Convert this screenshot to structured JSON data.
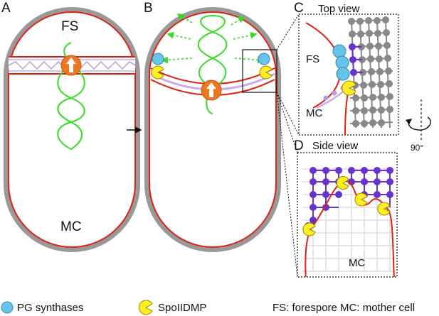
{
  "panels": {
    "a": "A",
    "b": "B",
    "c": "C",
    "c_title": "Top view",
    "d": "D",
    "d_title": "Side view"
  },
  "labels": {
    "fs_a": "FS",
    "mc_a": "MC",
    "fs_c": "FS",
    "mc_c": "MC",
    "mc_d": "MC",
    "rotation": "90°"
  },
  "legend": {
    "pg_synthases": "PG synthases",
    "spoiidmp": "SpoIIDMP",
    "abbreviations": "FS: forespore MC: mother cell"
  },
  "colors": {
    "cell_wall": "#999999",
    "membrane": "#dd2211",
    "chromosome": "#33dd22",
    "motor": "#ee7722",
    "pg_synthase": "#66c4e8",
    "spoiidmp": "#ffee22",
    "new_pg": "#6633cc",
    "old_pg": "#888888",
    "septum_pg": "#bb99dd"
  },
  "icons": [
    "pg-synthase-icon",
    "spoiidmp-icon",
    "rotation-arrow-icon",
    "motor-arrow-icon"
  ]
}
